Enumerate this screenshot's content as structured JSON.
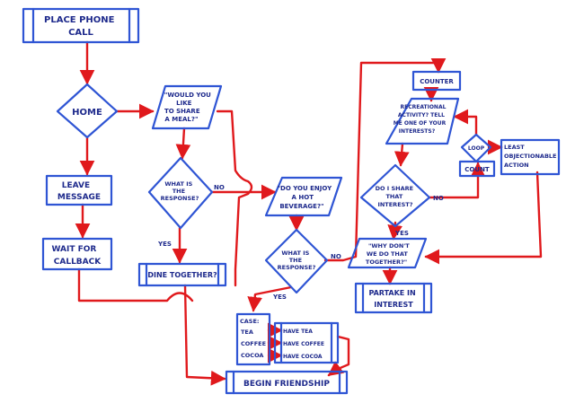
{
  "nodes": {
    "place_call": [
      "PLACE PHONE",
      "CALL"
    ],
    "home": [
      "HOME"
    ],
    "share_meal": [
      "\"WOULD YOU",
      "LIKE",
      "TO SHARE",
      "A MEAL?\""
    ],
    "leave_message": [
      "LEAVE",
      "MESSAGE"
    ],
    "response1": [
      "WHAT IS",
      "THE",
      "RESPONSE?"
    ],
    "wait_callback": [
      "WAIT FOR",
      "CALLBACK"
    ],
    "dine_together": [
      "DINE TOGETHER?"
    ],
    "hot_beverage": [
      "\"DO YOU ENJOY",
      "A HOT",
      "BEVERAGE?\""
    ],
    "response2": [
      "WHAT IS",
      "THE",
      "RESPONSE?"
    ],
    "counter": [
      "COUNTER"
    ],
    "recreational": [
      "RECREATIONAL",
      "ACTIVITY? TELL",
      "ME ONE OF YOUR",
      "INTERESTS?"
    ],
    "loop": [
      "LOOP"
    ],
    "count": [
      "COUNT"
    ],
    "least_objectionable": [
      "LEAST",
      "OBJECTIONABLE",
      "ACTION"
    ],
    "share_interest": [
      "DO I SHARE",
      "THAT",
      "INTEREST?"
    ],
    "why_dont_we": [
      "\"WHY DON'T",
      "WE DO THAT",
      "TOGETHER?\""
    ],
    "partake": [
      "PARTAKE IN",
      "INTEREST"
    ],
    "case_box": [
      "CASE:",
      "TEA",
      "COFFEE",
      "COCOA"
    ],
    "have_box": [
      "HAVE TEA",
      "HAVE COFFEE",
      "HAVE COCOA"
    ],
    "begin_friendship": [
      "BEGIN FRIENDSHIP"
    ]
  },
  "labels": {
    "no1": "NO",
    "yes1": "YES",
    "no2": "NO",
    "yes2": "YES",
    "no3": "NO",
    "yes3": "YES"
  },
  "colors": {
    "shape_stroke": "#2f55d4",
    "text": "#1e2a8c",
    "connector": "#e0191c",
    "background": "#ffffff"
  }
}
